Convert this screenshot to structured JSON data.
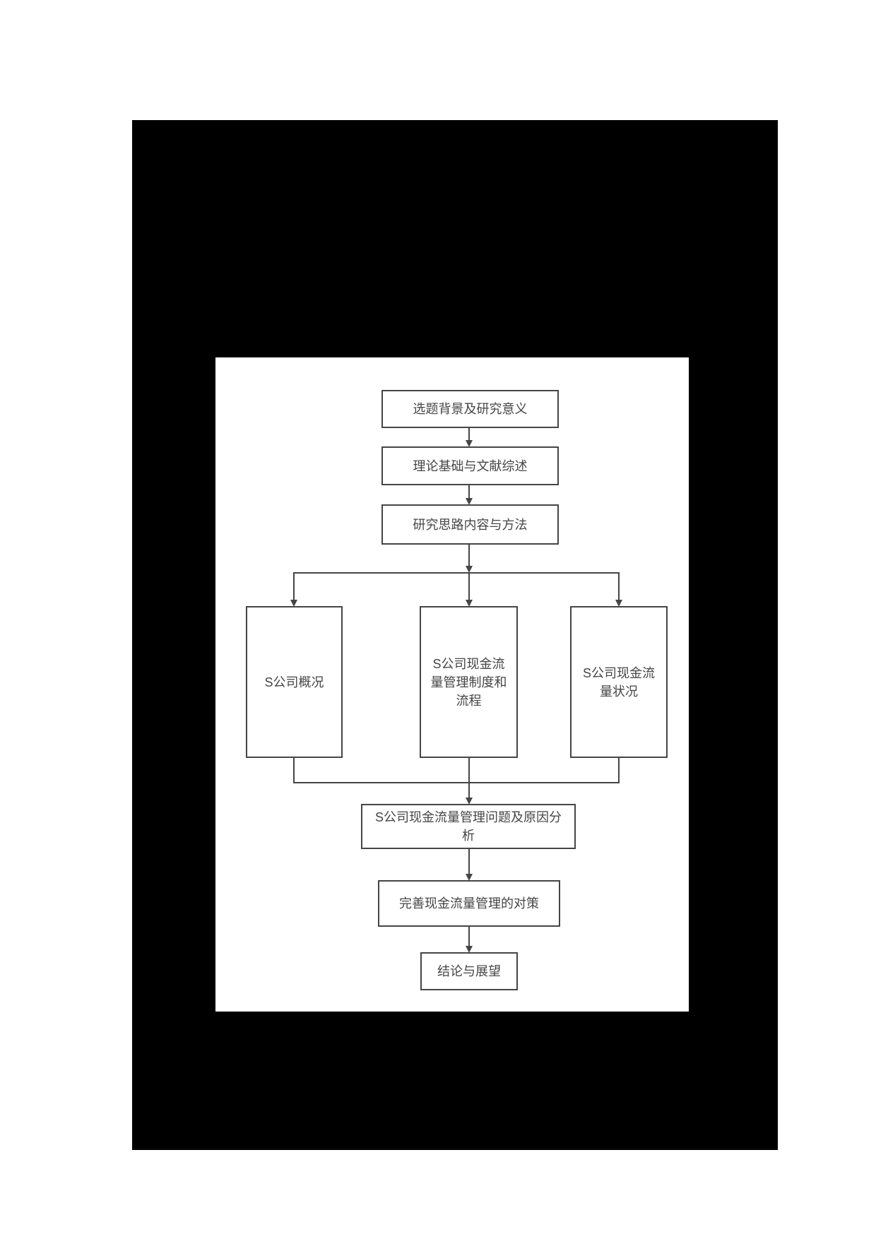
{
  "diagram": {
    "type": "flowchart",
    "colors": {
      "figure_background": "#000000",
      "panel_background": "#ffffff",
      "line": "#454545",
      "text": "#454545"
    },
    "nodes": [
      {
        "id": "n1",
        "label": "选题背景及研究意义"
      },
      {
        "id": "n2",
        "label": "理论基础与文献综述"
      },
      {
        "id": "n3",
        "label": "研究思路内容与方法"
      },
      {
        "id": "n4",
        "label": "S公司概况"
      },
      {
        "id": "n5",
        "label": "S公司现金流\n量管理制度和\n流程"
      },
      {
        "id": "n6",
        "label": "S公司现金流\n量状况"
      },
      {
        "id": "n7",
        "label": "S公司现金流量管理问题及原因分\n析"
      },
      {
        "id": "n8",
        "label": "完善现金流量管理的对策"
      },
      {
        "id": "n9",
        "label": "结论与展望"
      }
    ],
    "edges": [
      "n1->n2",
      "n2->n3",
      "n3->n4",
      "n3->n5",
      "n3->n6",
      "n4->n7",
      "n5->n7",
      "n6->n7",
      "n7->n8",
      "n8->n9"
    ]
  }
}
